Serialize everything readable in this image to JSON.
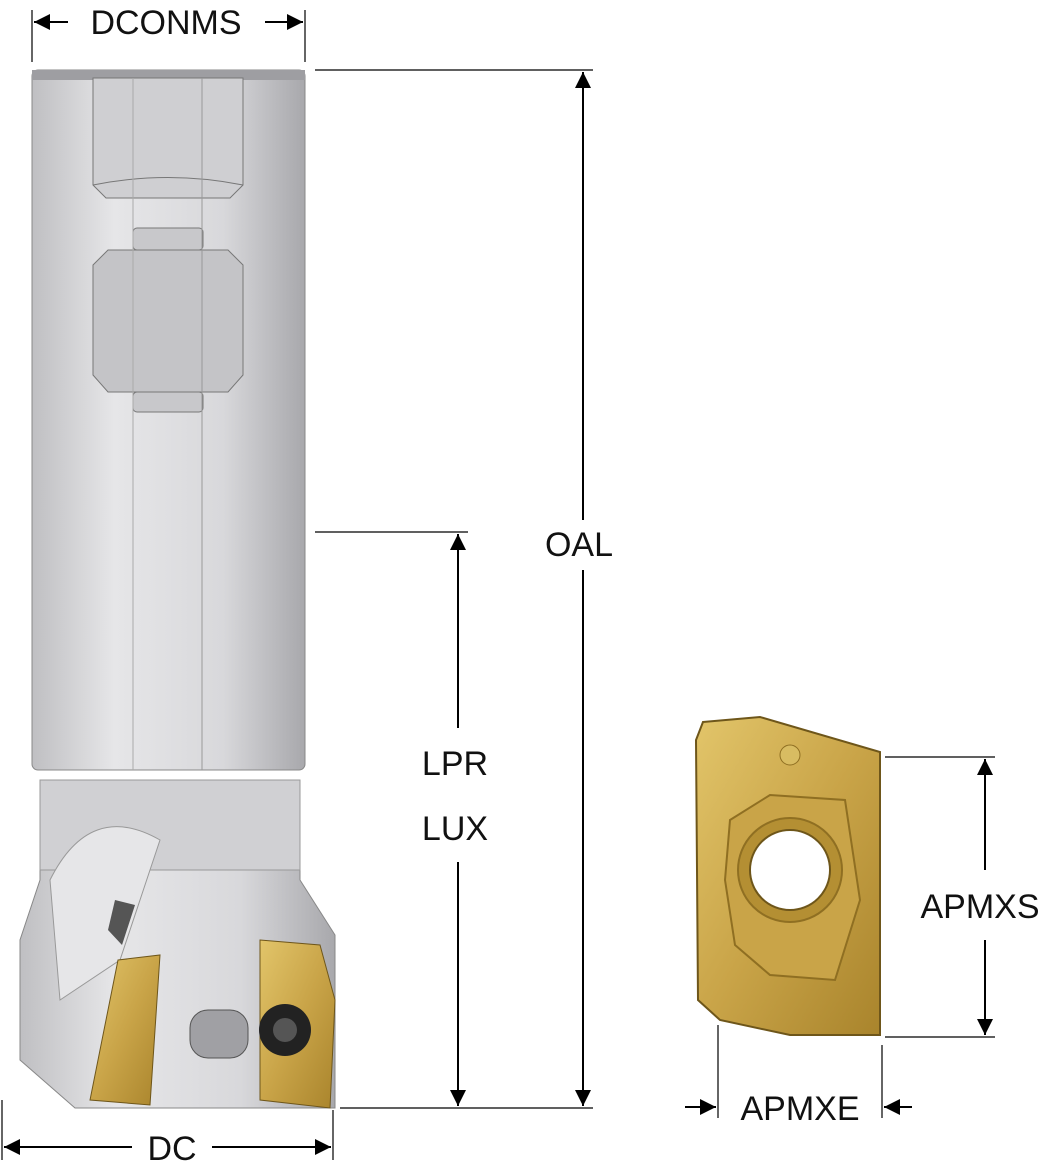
{
  "labels": {
    "dconms": "DCONMS",
    "oal": "OAL",
    "lpr": "LPR",
    "lux": "LUX",
    "dc": "DC",
    "apmxs": "APMXS",
    "apmxe": "APMXE"
  },
  "colors": {
    "line": "#000000",
    "shank": "#d4d4d6",
    "shank_shadow": "#a9a9ad",
    "insert_gold": "#c9a448",
    "insert_dark": "#8f6f22"
  }
}
